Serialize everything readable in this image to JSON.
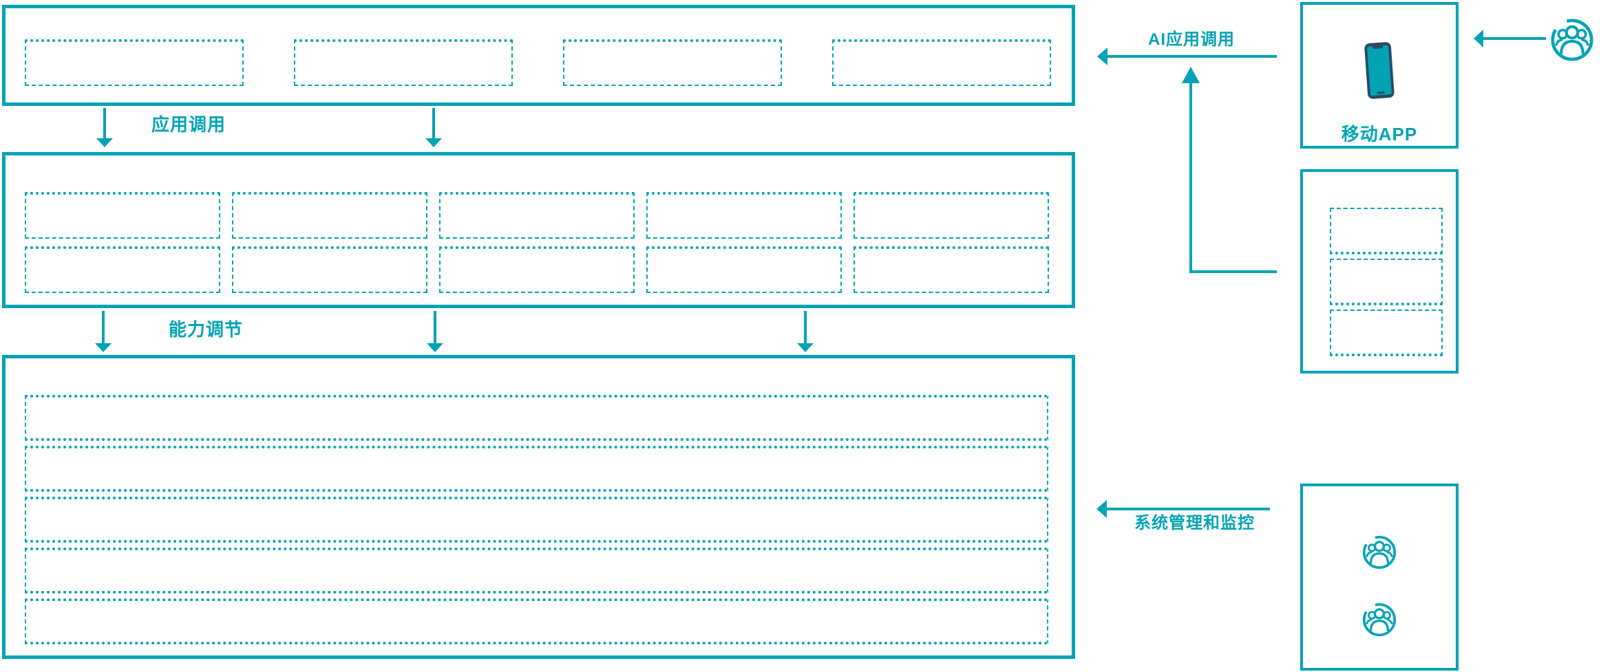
{
  "labels": {
    "app_call": "应用调用",
    "capability_adjust": "能力调节",
    "ai_app_call": "AI应用调用",
    "system_monitor": "系统管理和监控",
    "mobile_app": "移动APP"
  },
  "colors": {
    "accent": "#00A3B4",
    "phone_body": "#2B4A63"
  },
  "icons": {
    "smartphone": "smartphone-icon",
    "users": "users-icon"
  },
  "structure": {
    "top_layer_placeholders": 4,
    "middle_layer_row1_placeholders": 5,
    "middle_layer_row2_placeholders": 5,
    "bottom_layer_rows": 5,
    "client_panel_placeholders": 3,
    "admin_panel_user_icons": 2
  }
}
